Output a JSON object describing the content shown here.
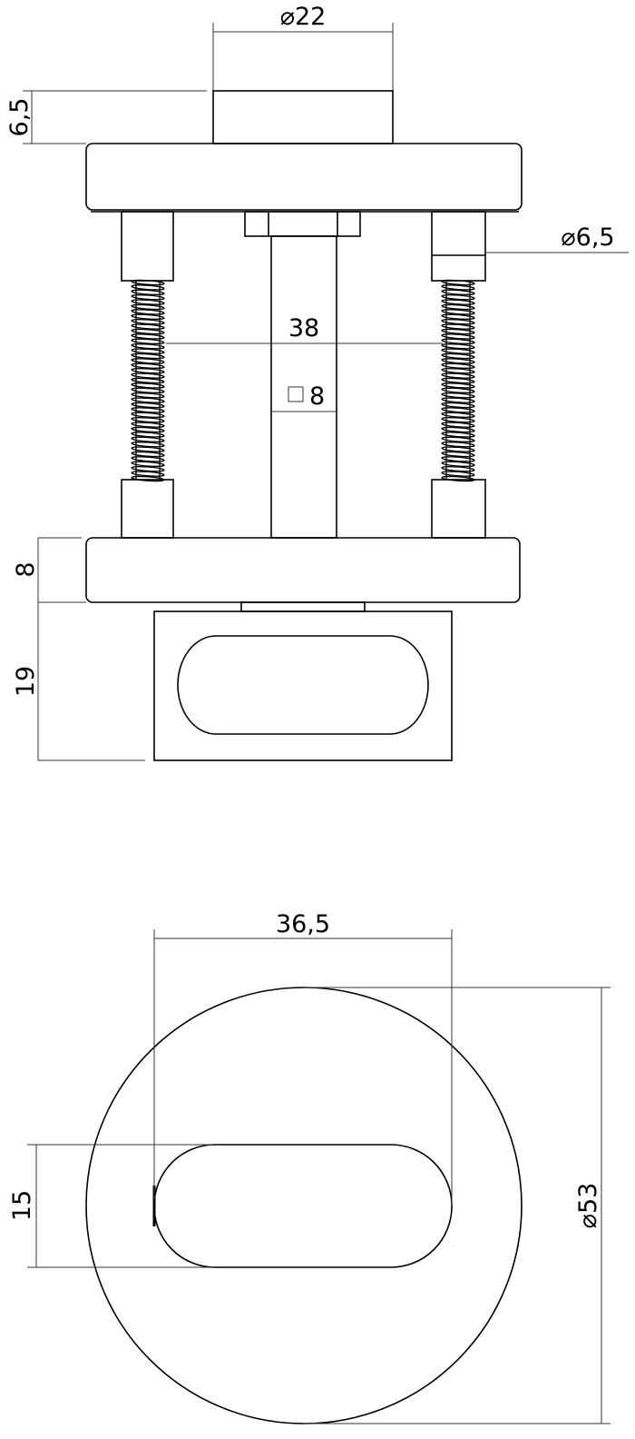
{
  "dimensions": {
    "cap_diameter": "⌀22",
    "cap_height": "6,5",
    "post_diameter": "⌀6,5",
    "post_spacing": "38",
    "spindle_square": "8",
    "rosette_thickness": "8",
    "knob_height": "19",
    "knob_width": "36,5",
    "knob_grip_height": "15",
    "rosette_diameter": "⌀53"
  },
  "colors": {
    "line": "#000000",
    "background": "#ffffff"
  }
}
